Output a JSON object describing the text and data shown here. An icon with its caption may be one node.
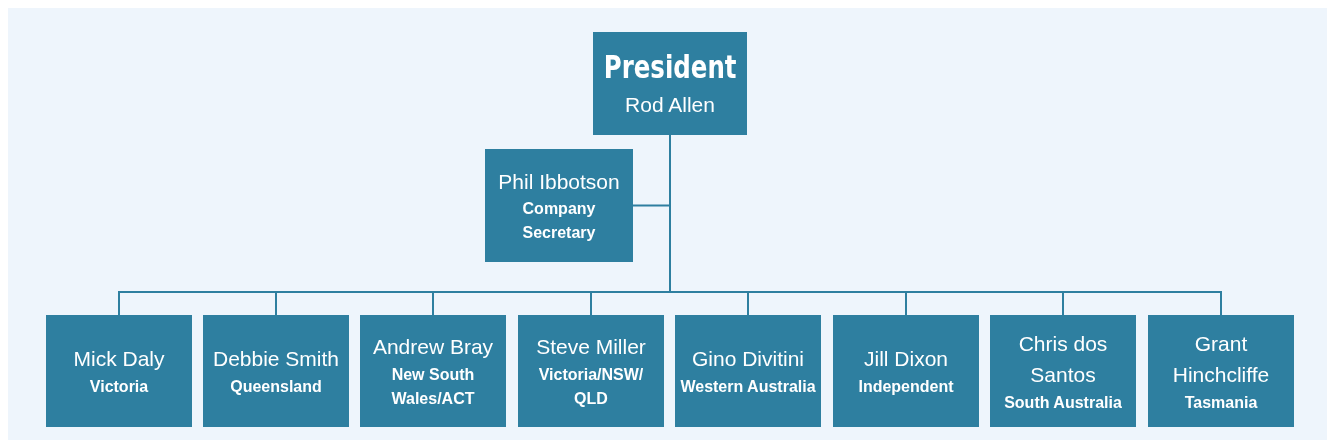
{
  "diagram": {
    "nodes": [
      {
        "text": [
          "President",
          "Rod Allen"
        ]
      },
      {
        "text": [
          "Phil Ibbotson",
          "Company Secretary"
        ]
      },
      {
        "text": [
          "Mick Daly",
          "Victoria"
        ]
      },
      {
        "text": [
          "Debbie Smith",
          "Queensland"
        ]
      },
      {
        "text": [
          "Andrew Bray",
          "New South Wales/ACT"
        ]
      },
      {
        "text": [
          "Steve Miller",
          "Victoria/NSW/ QLD"
        ]
      },
      {
        "text": [
          "Gino Divitini",
          "Western Australia"
        ]
      },
      {
        "text": [
          "Jill Dixon",
          "Independent"
        ]
      },
      {
        "text": [
          "Chris dos Santos",
          "South Australia"
        ]
      },
      {
        "text": [
          "Grant Hinchcliffe",
          "Tasmania"
        ]
      }
    ],
    "edges": [
      {
        "from": 0,
        "to": 1,
        "arrow": "none"
      },
      {
        "from": 0,
        "to": 2,
        "arrow": "none"
      },
      {
        "from": 0,
        "to": 3,
        "arrow": "none"
      },
      {
        "from": 0,
        "to": 4,
        "arrow": "none"
      },
      {
        "from": 0,
        "to": 5,
        "arrow": "none"
      },
      {
        "from": 0,
        "to": 6,
        "arrow": "none"
      },
      {
        "from": 0,
        "to": 7,
        "arrow": "none"
      },
      {
        "from": 0,
        "to": 8,
        "arrow": "none"
      },
      {
        "from": 0,
        "to": 9,
        "arrow": "none"
      }
    ]
  }
}
